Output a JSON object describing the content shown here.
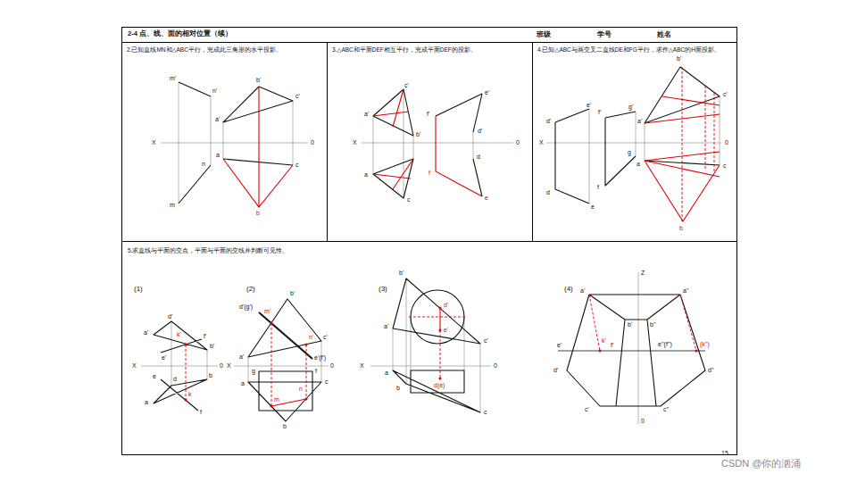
{
  "diagram": {
    "title": "2-4 点、线、面的相对位置（续）",
    "nodes": [
      {
        "text": [
          "班级",
          "学号",
          "姓名"
        ]
      },
      {
        "text": [
          "2.已知直线MN和△ABC平行，完成此三角形的水平投影。"
        ]
      },
      {
        "text": [
          "3.△ABC和平面DEF相互平行，完成平面DEF的投影。"
        ]
      },
      {
        "text": [
          "4.已知△ABC与两交叉二直线DE和FG平行，求作△ABC的H面投影。"
        ]
      },
      {
        "text": [
          "5.求直线与平面的交点，平面与平面的交线并判断可见性。"
        ]
      }
    ],
    "labels": [
      "m'",
      "n'",
      "a'",
      "b'",
      "c'",
      "X",
      "0",
      "n",
      "a",
      "c",
      "m",
      "b",
      "c'",
      "a'",
      "b'",
      "f'",
      "e'",
      "d'",
      "X",
      "0",
      "d",
      "a",
      "f",
      "c",
      "e",
      "b'",
      "e'",
      "f'",
      "g'",
      "c'",
      "d'",
      "a'",
      "X",
      "0",
      "g",
      "a",
      "c",
      "d",
      "f",
      "e",
      "b",
      "(1)",
      "(2)",
      "(3)",
      "(4)",
      "d'",
      "a'",
      "k'",
      "b'",
      "e'",
      "f'",
      "X",
      "0",
      "e",
      "d",
      "k",
      "b",
      "a",
      "f",
      "d'(g')",
      "b'",
      "m'",
      "n'",
      "a'",
      "c'",
      "e'(f')",
      "X",
      "0",
      "g",
      "f",
      "a",
      "c",
      "m",
      "n",
      "b",
      "b'",
      "a'",
      "d'",
      "e'",
      "c'",
      "X",
      "0",
      "a",
      "b",
      "d(e)",
      "c",
      "Z",
      "a'",
      "a''",
      "b'",
      "b''",
      "k'",
      "e'",
      "f'",
      "e''(f'')",
      "(k'')",
      "d'",
      "d''",
      "c'",
      "c''",
      "0",
      "15",
      "CSDN @你的汹涌"
    ]
  }
}
